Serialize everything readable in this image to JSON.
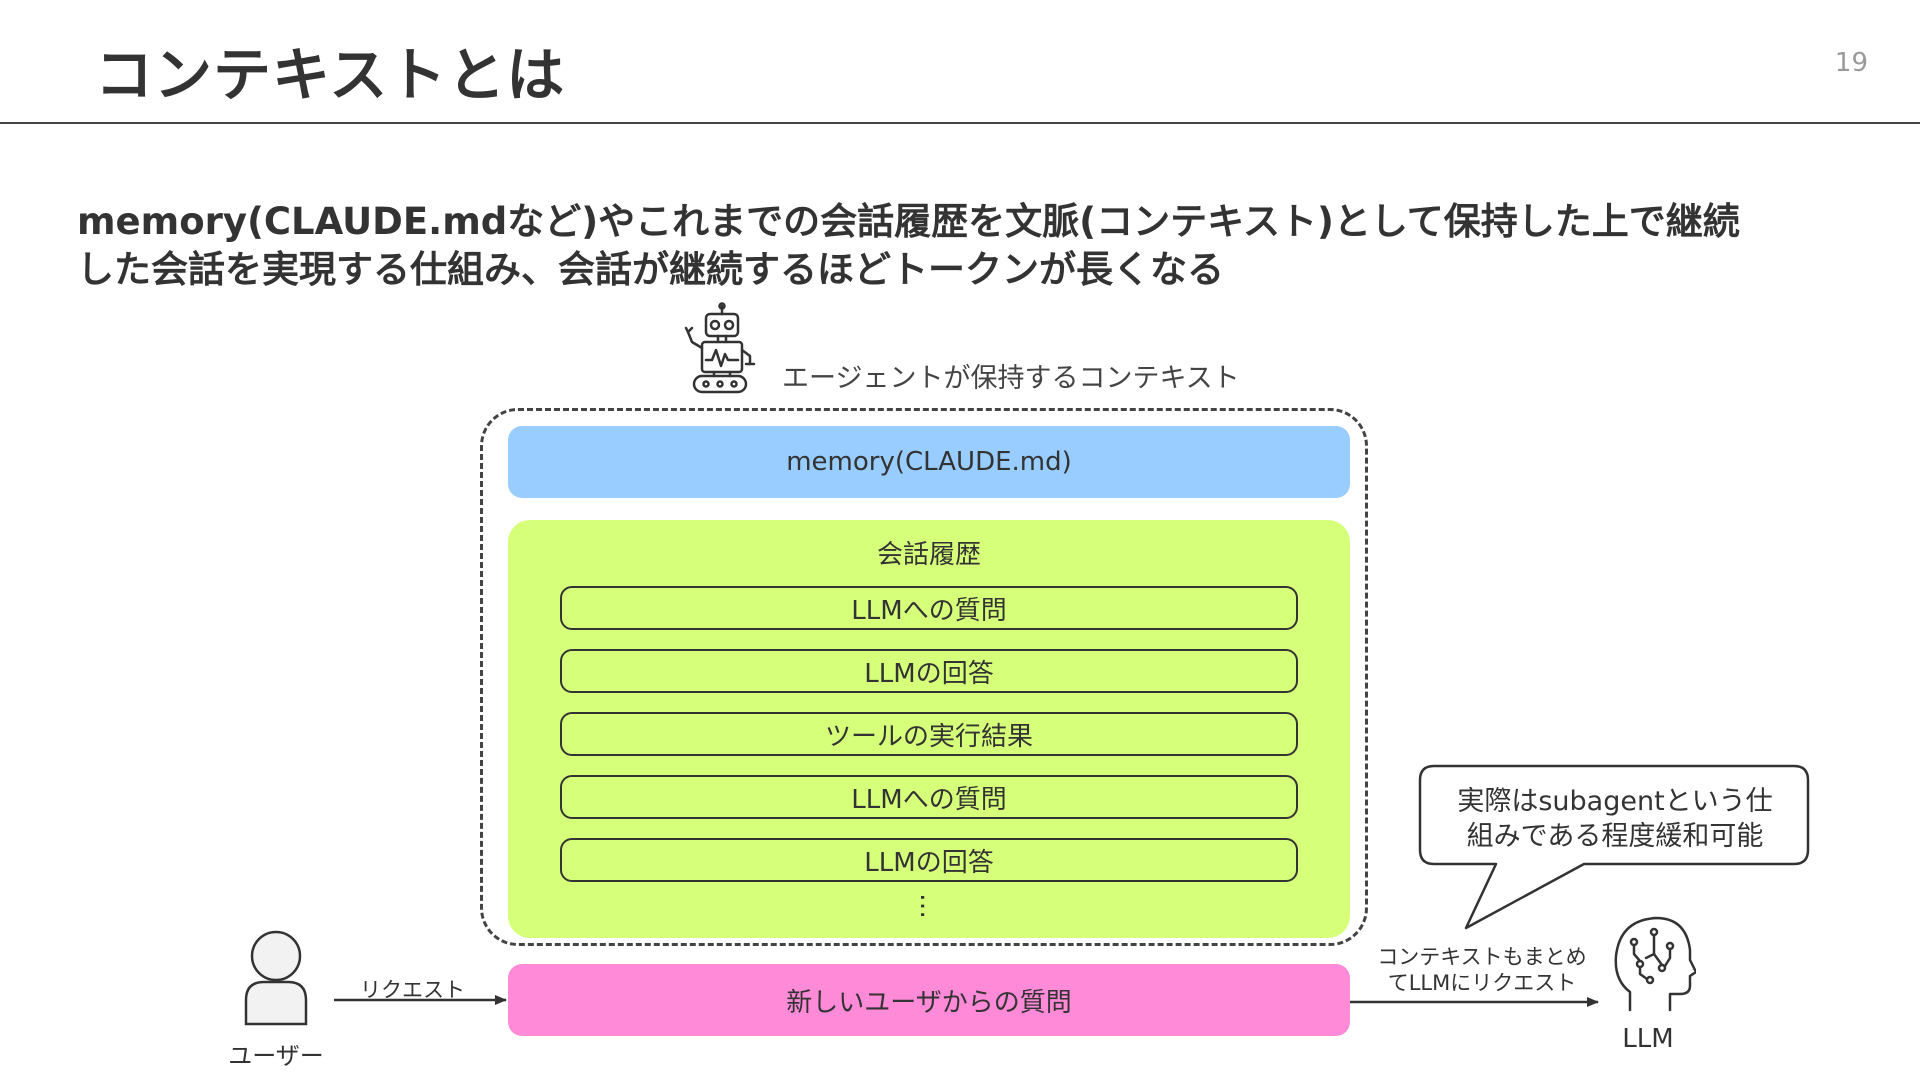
{
  "header": {
    "title": "コンテキストとは",
    "page_number": "19"
  },
  "lead": {
    "line1": "memory(CLAUDE.mdなど)やこれまでの会話履歴を文脈(コンテキスト)として保持した上で継続",
    "line2": "した会話を実現する仕組み、会話が継続するほどトークンが長くなる"
  },
  "diagram": {
    "context_label": "エージェントが保持するコンテキスト",
    "memory_label": "memory(CLAUDE.md)",
    "history": {
      "title": "会話履歴",
      "items": [
        "LLMへの質問",
        "LLMの回答",
        "ツールの実行結果",
        "LLMへの質問",
        "LLMの回答"
      ],
      "ellipsis": "…"
    },
    "new_question": "新しいユーザからの質問",
    "user_label": "ユーザー",
    "request_label": "リクエスト",
    "forward_label_line1": "コンテキストもまとめ",
    "forward_label_line2": "てLLMにリクエスト",
    "llm_label": "LLM",
    "callout_line1": "実際はsubagentという仕",
    "callout_line2": "組みである程度緩和可能"
  },
  "colors": {
    "memory": "#99ccff",
    "history": "#d6ff7a",
    "question": "#ff8ad8"
  }
}
